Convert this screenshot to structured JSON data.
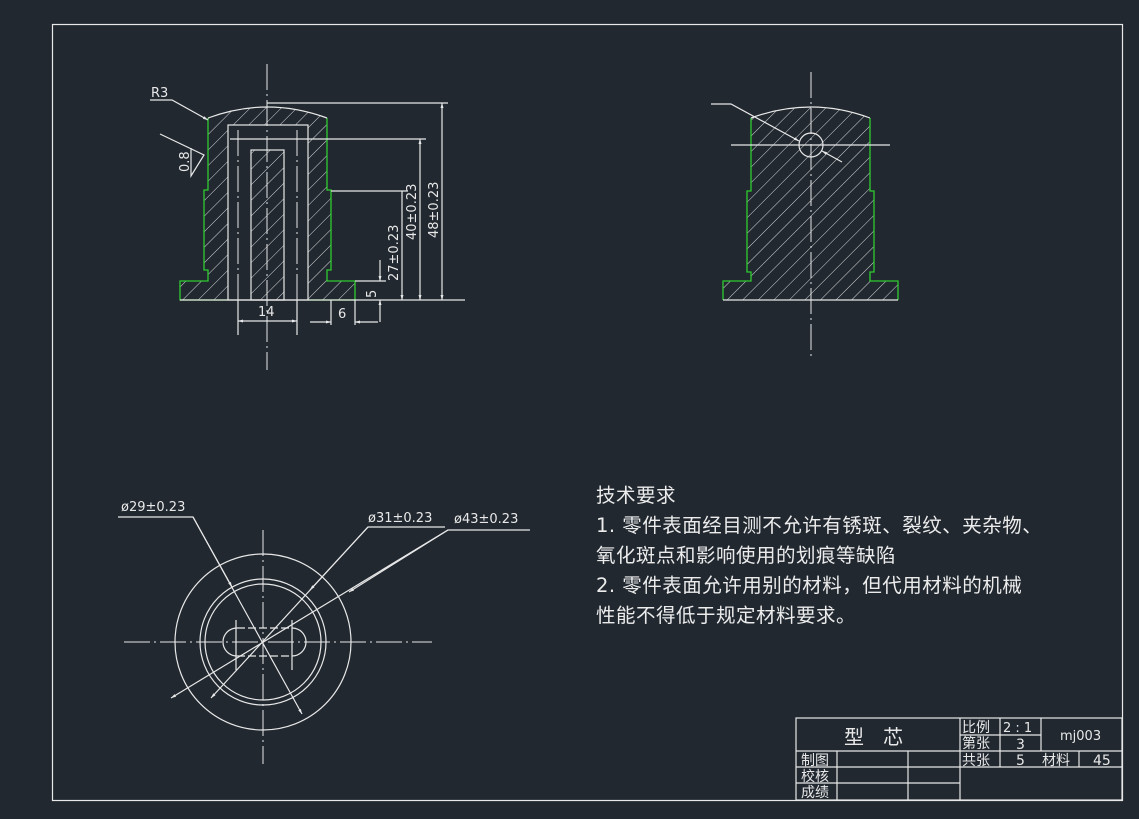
{
  "drawing": {
    "front_view": {
      "dimensions": {
        "radius": "R3",
        "roughness": "0.8",
        "height_total": "48±0.23",
        "height_mid": "40±0.23",
        "height_step": "27±0.23",
        "flange_thickness": "5",
        "slot_width": "14",
        "flange_width": "6"
      }
    },
    "top_view": {
      "dimensions": {
        "dia_29": "ø29±0.23",
        "dia_31": "ø31±0.23",
        "dia_43": "ø43±0.23"
      }
    },
    "colors": {
      "background": "#212830",
      "line": "#e8e8e8",
      "contour": "#2ecc2e"
    }
  },
  "notes": {
    "title": "技术要求",
    "lines": [
      "1. 零件表面经目测不允许有锈斑、裂纹、夹杂物、",
      "氧化斑点和影响使用的划痕等缺陷",
      "2. 零件表面允许用别的材料，但代用材料的机械",
      "性能不得低于规定材料要求。"
    ]
  },
  "title_block": {
    "part_name": "型   芯",
    "scale_label": "比例",
    "scale_value": "2 : 1",
    "drawing_no": "mj003",
    "sheet_label": "第张",
    "sheet_value": "3",
    "total_label": "共张",
    "total_value": "5",
    "material_label": "材料",
    "material_value": "45",
    "drawn_by": "制图",
    "checked_by": "校核",
    "grade": "成绩"
  }
}
